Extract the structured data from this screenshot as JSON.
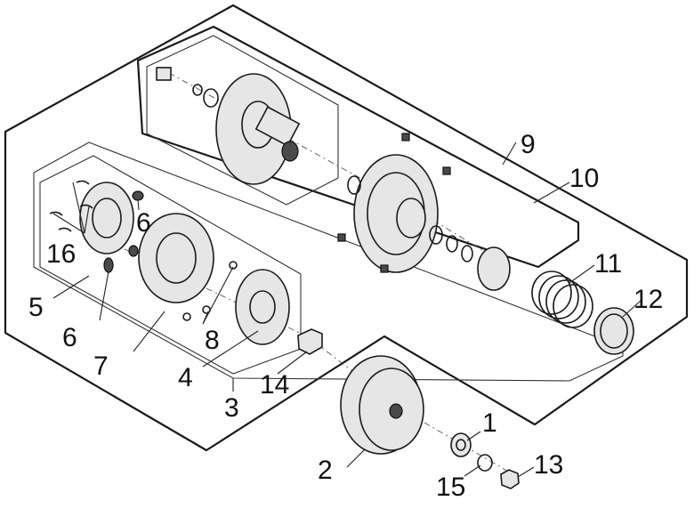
{
  "diagram": {
    "type": "exploded-parts-diagram",
    "callouts": [
      {
        "id": "c1",
        "text": "1"
      },
      {
        "id": "c2",
        "text": "2"
      },
      {
        "id": "c3",
        "text": "3"
      },
      {
        "id": "c4",
        "text": "4"
      },
      {
        "id": "c5",
        "text": "5"
      },
      {
        "id": "c6a",
        "text": "6"
      },
      {
        "id": "c6b",
        "text": "6"
      },
      {
        "id": "c7",
        "text": "7"
      },
      {
        "id": "c8",
        "text": "8"
      },
      {
        "id": "c9",
        "text": "9"
      },
      {
        "id": "c10",
        "text": "10"
      },
      {
        "id": "c11",
        "text": "11"
      },
      {
        "id": "c12",
        "text": "12"
      },
      {
        "id": "c13",
        "text": "13"
      },
      {
        "id": "c14",
        "text": "14"
      },
      {
        "id": "c15",
        "text": "15"
      },
      {
        "id": "c16",
        "text": "16"
      }
    ]
  }
}
